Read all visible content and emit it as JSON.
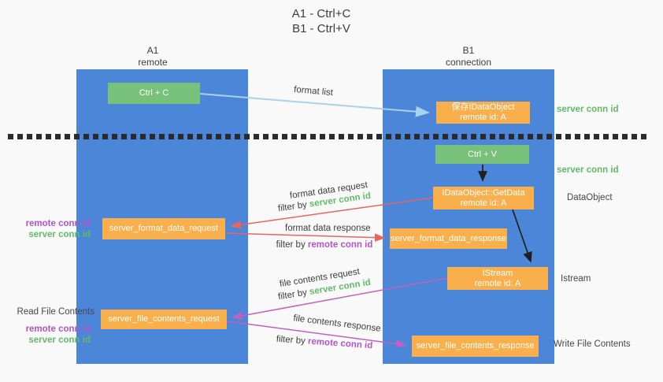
{
  "title": {
    "line1": "A1 - Ctrl+C",
    "line2": "B1 - Ctrl+V"
  },
  "lanes": {
    "left": {
      "name": "A1",
      "subtitle": "remote"
    },
    "right": {
      "name": "B1",
      "subtitle": "connection"
    }
  },
  "nodes": {
    "ctrl_c": {
      "label": "Ctrl + C"
    },
    "ctrl_v": {
      "label": "Ctrl + V"
    },
    "save_idataobject": {
      "line1": "保存IDataObject",
      "line2": "remote id: A"
    },
    "getdata": {
      "line1": "IDataObject::GetData",
      "line2": "remote id: A"
    },
    "istream": {
      "line1": "IStream",
      "line2": "remote id: A"
    },
    "format_request": {
      "label": "server_format_data_request"
    },
    "format_response": {
      "label": "server_format_data_response"
    },
    "file_request": {
      "label": "server_file_contents_request"
    },
    "file_response": {
      "label": "server_file_contents_response"
    }
  },
  "labels": {
    "format_list": "format list",
    "format_data_request": "format data request",
    "format_data_response": "format data response",
    "file_contents_request": "file contents request",
    "file_contents_response": "file contents response",
    "filter_by": "filter by",
    "server_conn_id": "server conn id",
    "remote_conn_id": "remote conn id",
    "dataobject": "DataObject",
    "istream": "Istream",
    "read_file_contents": "Read File Contents",
    "write_file_contents": "Write File Contents"
  },
  "colors": {
    "lane_blue": "#4c86d8",
    "node_green": "#77c17a",
    "node_orange": "#f9af4b",
    "server_conn_green": "#62bb66",
    "remote_conn_purple": "#b155c9",
    "arrow_red": "#e8655c",
    "arrow_magenta": "#c160c1",
    "arrow_light_blue": "#a9d2ee",
    "arrow_black": "#1f1f1f"
  }
}
